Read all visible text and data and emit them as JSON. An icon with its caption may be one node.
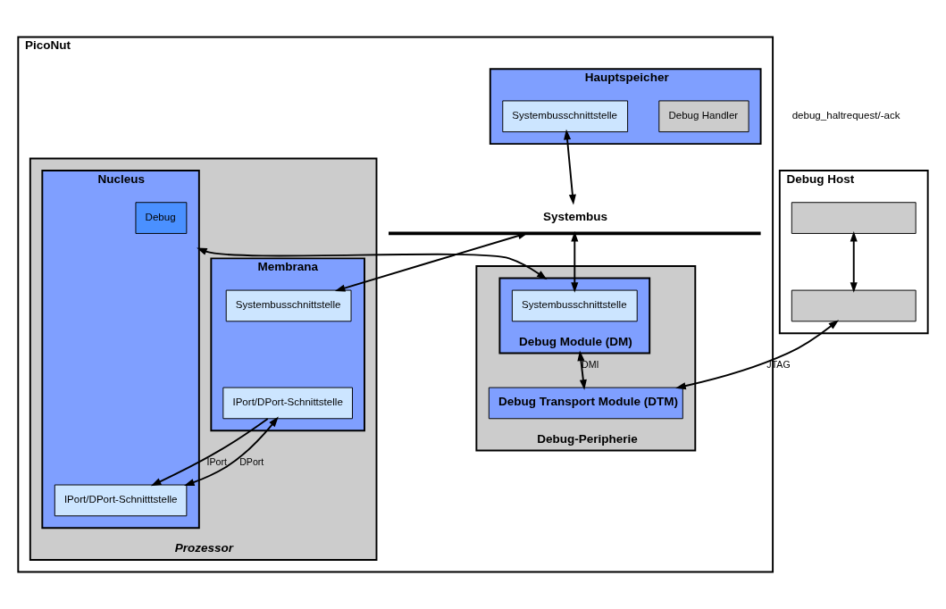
{
  "diagram": {
    "nodes": [
      {
        "text": [
          "PicoNut"
        ]
      },
      {
        "text": [
          "Hauptspeicher"
        ],
        "in": 0
      },
      {
        "text": [
          "Debug Handler"
        ],
        "in": 1
      },
      {
        "text": [
          "Systembusschnittstelle"
        ],
        "in": 1
      },
      {
        "text": [
          "Systembus"
        ],
        "in": 0
      },
      {
        "text": [
          "Prozessor"
        ],
        "in": 0
      },
      {
        "text": [
          "Membrana"
        ],
        "in": 5
      },
      {
        "text": [
          "Systembusschnittstelle"
        ],
        "in": 6
      },
      {
        "text": [
          "IPort/DPort-Schnittstelle"
        ],
        "in": 6
      },
      {
        "text": [
          "Nucleus"
        ],
        "in": 5
      },
      {
        "text": [
          "IPort/DPort-Schnitttstelle"
        ],
        "in": 9
      },
      {
        "text": [
          "Debug"
        ],
        "in": 9
      },
      {
        "text": [
          "Debug-Peripherie"
        ],
        "in": 0
      },
      {
        "text": [
          "Debug Module (DM)"
        ],
        "in": 12
      },
      {
        "text": [
          "Systembusschnittstelle"
        ],
        "in": 13
      },
      {
        "text": [
          "Debug Transport Module (DTM)"
        ],
        "in": 12
      },
      {
        "text": [
          "Debug Host"
        ]
      },
      {
        "text": [],
        "shape": "box",
        "in": 16
      },
      {
        "text": [],
        "shape": "box",
        "in": 16
      }
    ],
    "edges": [
      {
        "from": 3,
        "to": 4,
        "arrow": "both"
      },
      {
        "from": 4,
        "to": 7,
        "arrow": "both"
      },
      {
        "from": 4,
        "to": 14,
        "arrow": "both"
      },
      {
        "from": 8,
        "to": 10,
        "arrow": "to",
        "label": "IPort"
      },
      {
        "from": 8,
        "to": 10,
        "arrow": "both",
        "label": "DPort"
      },
      {
        "from": 13,
        "to": 15,
        "arrow": "both",
        "label": "DMI"
      },
      {
        "from": 9,
        "to": 13,
        "arrow": "both"
      },
      {
        "from": 17,
        "to": 18,
        "arrow": "both"
      },
      {
        "from": 18,
        "to": 15,
        "arrow": "both",
        "label": "JTAG"
      }
    ],
    "labels": [
      "debug_haltrequest/-ack"
    ]
  }
}
